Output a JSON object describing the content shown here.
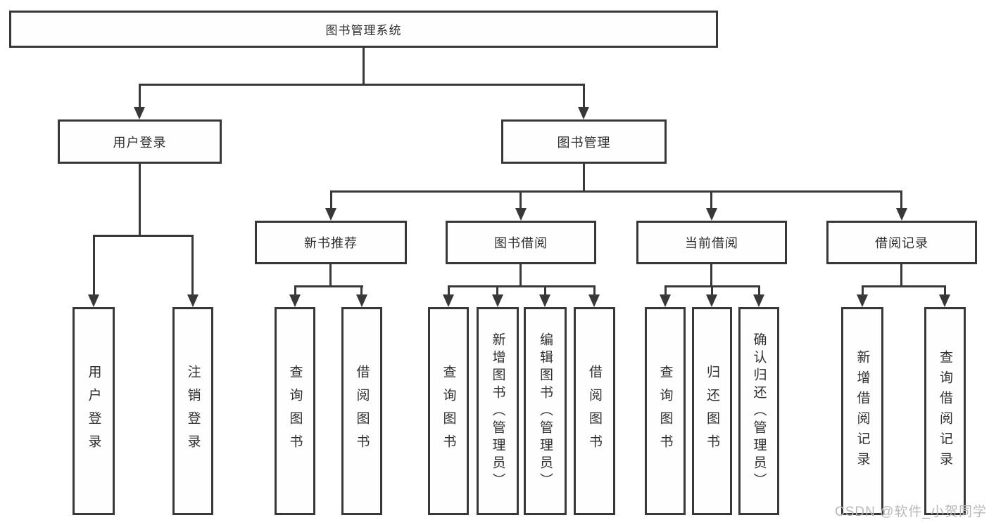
{
  "colors": {
    "line": "#383838",
    "text": "#2f2f2f",
    "box_background": "#fefefe",
    "watermark": "#b8b8b8",
    "page_background": "#ffffff"
  },
  "tree": {
    "root": "图书管理系统",
    "branches": [
      {
        "label": "用户登录",
        "children": [
          "用户登录",
          "注销登录"
        ]
      },
      {
        "label": "图书管理",
        "subgroups": [
          {
            "label": "新书推荐",
            "children": [
              "查询图书",
              "借阅图书"
            ]
          },
          {
            "label": "图书借阅",
            "children": [
              "查询图书",
              "新增图书（管理员）",
              "编辑图书（管理员）",
              "借阅图书"
            ]
          },
          {
            "label": "当前借阅",
            "children": [
              "查询图书",
              "归还图书",
              "确认归还（管理员）"
            ]
          },
          {
            "label": "借阅记录",
            "children": [
              "新增借阅记录",
              "查询借阅记录"
            ]
          }
        ]
      }
    ]
  },
  "watermark": {
    "text": "CSDN @软件_小贺同学"
  }
}
